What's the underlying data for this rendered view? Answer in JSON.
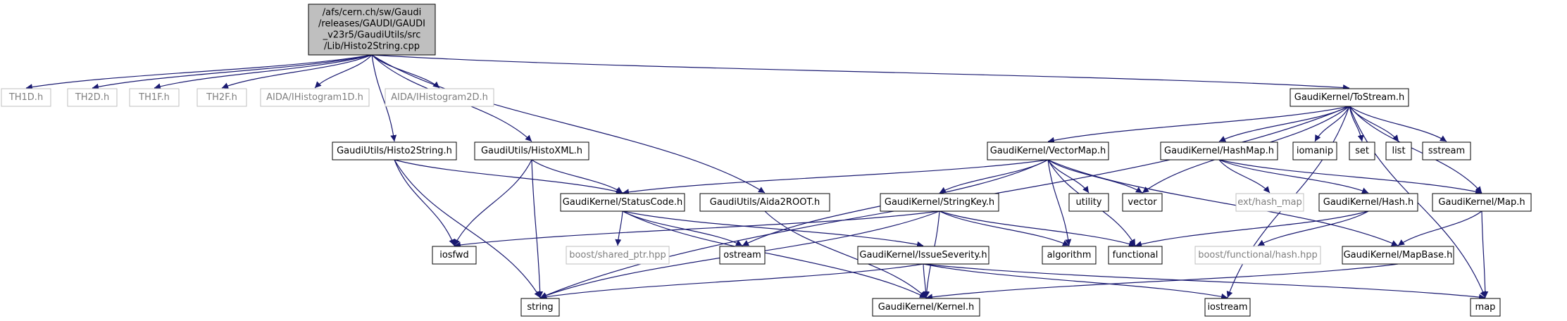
{
  "graph": {
    "colors": {
      "edge": "#191970",
      "node_border": "#000000",
      "node_border_missing": "#bfbfbf",
      "text": "#000000",
      "text_missing": "#7f7f7f",
      "root_fill": "#bfbfbf",
      "node_fill": "#ffffff"
    },
    "nodes": [
      {
        "id": "root",
        "label_lines": [
          "/afs/cern.ch/sw/Gaudi",
          "/releases/GAUDI/GAUDI",
          "_v23r5/GaudiUtils/src",
          "/Lib/Histo2String.cpp"
        ],
        "kind": "root"
      },
      {
        "id": "th1d",
        "label_lines": [
          "TH1D.h"
        ],
        "kind": "missing"
      },
      {
        "id": "th2d",
        "label_lines": [
          "TH2D.h"
        ],
        "kind": "missing"
      },
      {
        "id": "th1f",
        "label_lines": [
          "TH1F.h"
        ],
        "kind": "missing"
      },
      {
        "id": "th2f",
        "label_lines": [
          "TH2F.h"
        ],
        "kind": "missing"
      },
      {
        "id": "aida1d",
        "label_lines": [
          "AIDA/IHistogram1D.h"
        ],
        "kind": "missing"
      },
      {
        "id": "aida2d",
        "label_lines": [
          "AIDA/IHistogram2D.h"
        ],
        "kind": "missing"
      },
      {
        "id": "tostream",
        "label_lines": [
          "GaudiKernel/ToStream.h"
        ],
        "kind": "normal"
      },
      {
        "id": "histo2string",
        "label_lines": [
          "GaudiUtils/Histo2String.h"
        ],
        "kind": "normal"
      },
      {
        "id": "histoxml",
        "label_lines": [
          "GaudiUtils/HistoXML.h"
        ],
        "kind": "normal"
      },
      {
        "id": "vectormap",
        "label_lines": [
          "GaudiKernel/VectorMap.h"
        ],
        "kind": "normal"
      },
      {
        "id": "hashmaph",
        "label_lines": [
          "GaudiKernel/HashMap.h"
        ],
        "kind": "normal"
      },
      {
        "id": "iomanip",
        "label_lines": [
          "iomanip"
        ],
        "kind": "normal"
      },
      {
        "id": "set",
        "label_lines": [
          "set"
        ],
        "kind": "normal"
      },
      {
        "id": "list",
        "label_lines": [
          "list"
        ],
        "kind": "normal"
      },
      {
        "id": "sstream",
        "label_lines": [
          "sstream"
        ],
        "kind": "normal"
      },
      {
        "id": "statuscode",
        "label_lines": [
          "GaudiKernel/StatusCode.h"
        ],
        "kind": "normal"
      },
      {
        "id": "aida2root",
        "label_lines": [
          "GaudiUtils/Aida2ROOT.h"
        ],
        "kind": "normal"
      },
      {
        "id": "stringkey",
        "label_lines": [
          "GaudiKernel/StringKey.h"
        ],
        "kind": "normal"
      },
      {
        "id": "utility",
        "label_lines": [
          "utility"
        ],
        "kind": "normal"
      },
      {
        "id": "vector",
        "label_lines": [
          "vector"
        ],
        "kind": "normal"
      },
      {
        "id": "exthashmap",
        "label_lines": [
          "ext/hash_map"
        ],
        "kind": "missing"
      },
      {
        "id": "hashh",
        "label_lines": [
          "GaudiKernel/Hash.h"
        ],
        "kind": "normal"
      },
      {
        "id": "maph",
        "label_lines": [
          "GaudiKernel/Map.h"
        ],
        "kind": "normal"
      },
      {
        "id": "iosfwd",
        "label_lines": [
          "iosfwd"
        ],
        "kind": "normal"
      },
      {
        "id": "sharedptr",
        "label_lines": [
          "boost/shared_ptr.hpp"
        ],
        "kind": "missing"
      },
      {
        "id": "ostream",
        "label_lines": [
          "ostream"
        ],
        "kind": "normal"
      },
      {
        "id": "issueseverity",
        "label_lines": [
          "GaudiKernel/IssueSeverity.h"
        ],
        "kind": "normal"
      },
      {
        "id": "algorithm",
        "label_lines": [
          "algorithm"
        ],
        "kind": "normal"
      },
      {
        "id": "functional",
        "label_lines": [
          "functional"
        ],
        "kind": "normal"
      },
      {
        "id": "boosthash",
        "label_lines": [
          "boost/functional/hash.hpp"
        ],
        "kind": "missing"
      },
      {
        "id": "mapbase",
        "label_lines": [
          "GaudiKernel/MapBase.h"
        ],
        "kind": "normal"
      },
      {
        "id": "string",
        "label_lines": [
          "string"
        ],
        "kind": "normal"
      },
      {
        "id": "kernelh",
        "label_lines": [
          "GaudiKernel/Kernel.h"
        ],
        "kind": "normal"
      },
      {
        "id": "iostream",
        "label_lines": [
          "iostream"
        ],
        "kind": "normal"
      },
      {
        "id": "map",
        "label_lines": [
          "map"
        ],
        "kind": "normal"
      }
    ],
    "edges": [
      [
        "root",
        "th1d"
      ],
      [
        "root",
        "th2d"
      ],
      [
        "root",
        "th1f"
      ],
      [
        "root",
        "th2f"
      ],
      [
        "root",
        "aida1d"
      ],
      [
        "root",
        "aida2d"
      ],
      [
        "root",
        "tostream"
      ],
      [
        "root",
        "histo2string"
      ],
      [
        "root",
        "histoxml"
      ],
      [
        "root",
        "aida2root"
      ],
      [
        "tostream",
        "vectormap"
      ],
      [
        "tostream",
        "hashmaph"
      ],
      [
        "tostream",
        "iomanip"
      ],
      [
        "tostream",
        "set"
      ],
      [
        "tostream",
        "list"
      ],
      [
        "tostream",
        "sstream"
      ],
      [
        "tostream",
        "string"
      ],
      [
        "tostream",
        "vector"
      ],
      [
        "tostream",
        "maph"
      ],
      [
        "tostream",
        "iostream"
      ],
      [
        "tostream",
        "map"
      ],
      [
        "histo2string",
        "statuscode"
      ],
      [
        "histo2string",
        "iosfwd"
      ],
      [
        "histo2string",
        "string"
      ],
      [
        "histoxml",
        "statuscode"
      ],
      [
        "histoxml",
        "iosfwd"
      ],
      [
        "histoxml",
        "string"
      ],
      [
        "vectormap",
        "statuscode"
      ],
      [
        "vectormap",
        "stringkey"
      ],
      [
        "vectormap",
        "utility"
      ],
      [
        "vectormap",
        "vector"
      ],
      [
        "vectormap",
        "ostream"
      ],
      [
        "vectormap",
        "algorithm"
      ],
      [
        "vectormap",
        "functional"
      ],
      [
        "vectormap",
        "mapbase"
      ],
      [
        "hashmaph",
        "exthashmap"
      ],
      [
        "hashmaph",
        "hashh"
      ],
      [
        "hashmaph",
        "maph"
      ],
      [
        "statuscode",
        "sharedptr"
      ],
      [
        "statuscode",
        "ostream"
      ],
      [
        "statuscode",
        "issueseverity"
      ],
      [
        "statuscode",
        "kernelh"
      ],
      [
        "aida2root",
        "kernelh"
      ],
      [
        "stringkey",
        "iosfwd"
      ],
      [
        "stringkey",
        "string"
      ],
      [
        "stringkey",
        "algorithm"
      ],
      [
        "stringkey",
        "functional"
      ],
      [
        "stringkey",
        "kernelh"
      ],
      [
        "hashh",
        "functional"
      ],
      [
        "hashh",
        "boosthash"
      ],
      [
        "maph",
        "mapbase"
      ],
      [
        "maph",
        "map"
      ],
      [
        "issueseverity",
        "string"
      ],
      [
        "issueseverity",
        "kernelh"
      ],
      [
        "issueseverity",
        "iostream"
      ],
      [
        "issueseverity",
        "map"
      ],
      [
        "mapbase",
        "kernelh"
      ]
    ]
  }
}
